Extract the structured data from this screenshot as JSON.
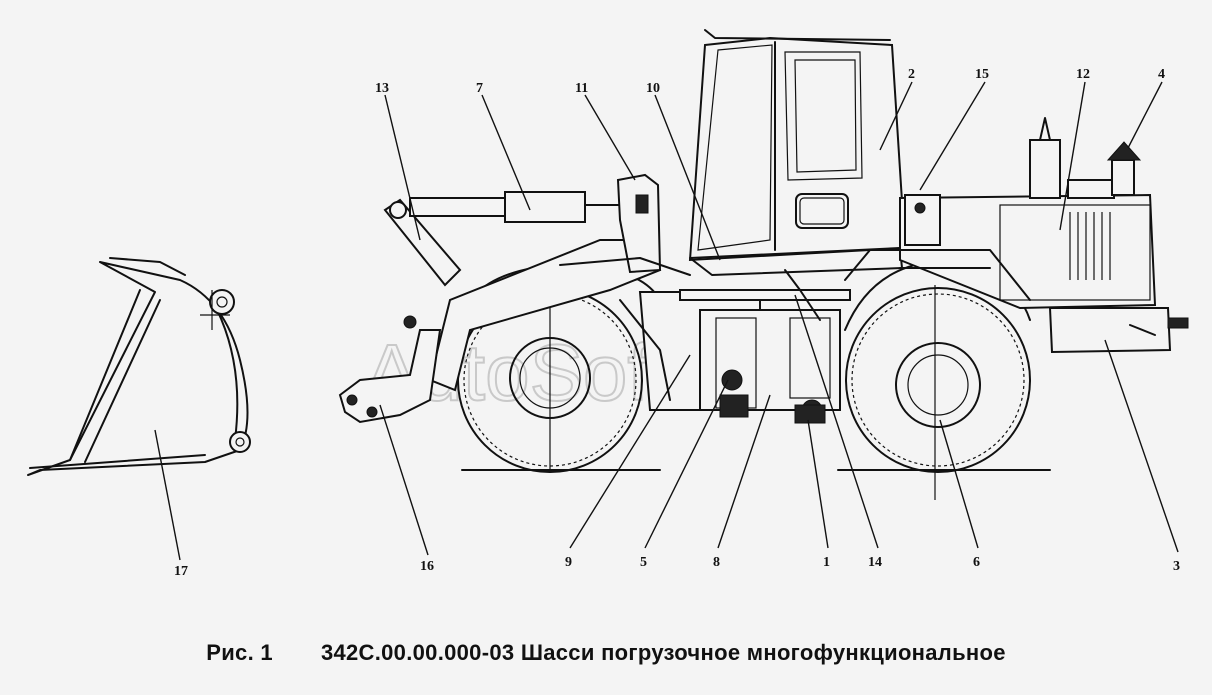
{
  "watermark": "AutoSoft",
  "caption": {
    "figure": "Рис. 1",
    "title": "342С.00.00.000-03 Шасси погрузочное многофункциональное"
  },
  "callouts": [
    "13",
    "7",
    "11",
    "10",
    "2",
    "15",
    "12",
    "4",
    "17",
    "16",
    "9",
    "5",
    "8",
    "1",
    "14",
    "6",
    "3"
  ]
}
